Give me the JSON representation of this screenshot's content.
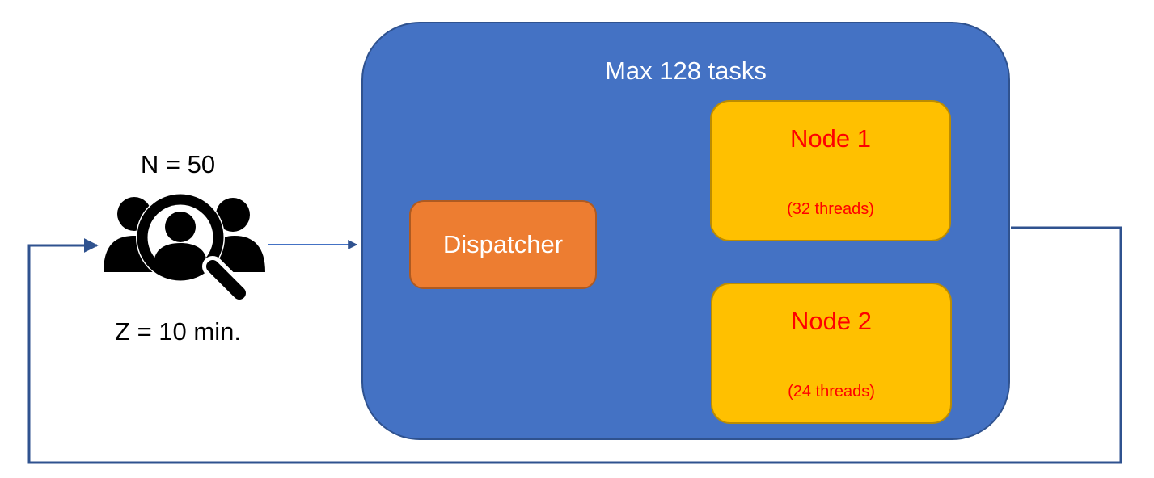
{
  "population": {
    "n_label": "N = 50",
    "z_label": "Z = 10 min.",
    "icon": "users-search-icon"
  },
  "system": {
    "title": "Max 128 tasks",
    "dispatcher": "Dispatcher",
    "nodes": [
      {
        "name": "Node 1",
        "threads": "(32 threads)"
      },
      {
        "name": "Node 2",
        "threads": "(24 threads)"
      }
    ]
  },
  "colors": {
    "system_fill": "#4472c4",
    "system_border": "#2f528f",
    "dispatcher_fill": "#ed7d31",
    "node_fill": "#ffc000",
    "node_text": "#ff0000",
    "arrow": "#2f528f"
  }
}
